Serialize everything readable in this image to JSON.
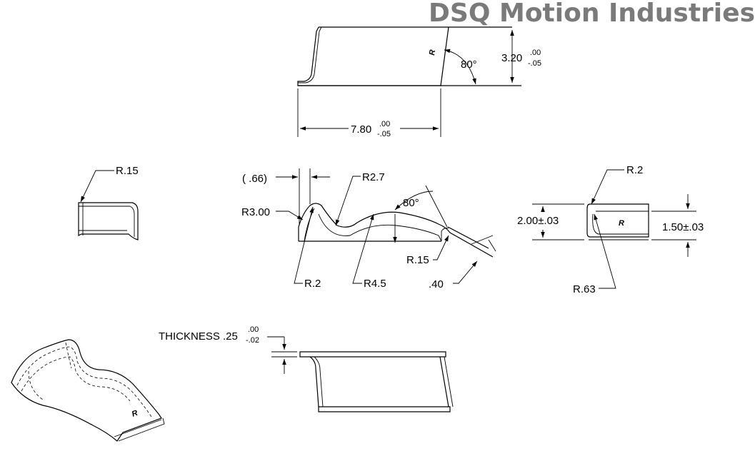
{
  "title": "DSQ Motion Industries",
  "top_view": {
    "height_dim": "3.20",
    "height_tol_upper": ".00",
    "height_tol_lower": "-.05",
    "angle": "80°",
    "width_dim": "7.80",
    "width_tol_upper": ".00",
    "width_tol_lower": "-.05",
    "part_mark": "R"
  },
  "left_view": {
    "radius": "R.15"
  },
  "front_view": {
    "ref_dim": "( .66)",
    "radius_top": "R2.7",
    "angle": "80°",
    "radius_left": "R3.00",
    "radius_right_small": "R.15",
    "radius_bottom_left": "R.2",
    "radius_bottom_mid": "R4.5",
    "length": ".40"
  },
  "right_view": {
    "radius_top": "R.2",
    "height_outer": "2.00±.03",
    "height_inner": "1.50±.03",
    "radius_bottom": "R.63",
    "part_mark": "R"
  },
  "bottom_view": {
    "thickness_label": "THICKNESS .25",
    "thickness_tol_upper": ".00",
    "thickness_tol_lower": "-.02"
  },
  "iso_view": {
    "part_mark": "R"
  }
}
